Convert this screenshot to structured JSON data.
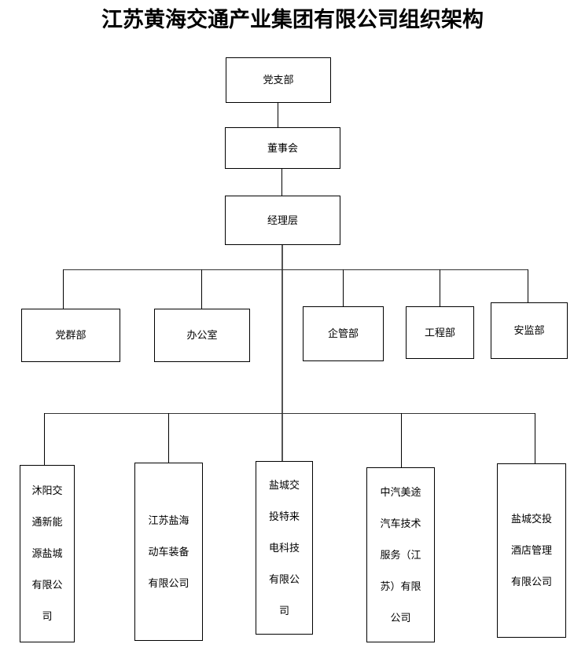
{
  "chart_data": {
    "type": "diagram",
    "diagram_kind": "organization-chart",
    "title": "江苏黄海交通产业集团有限公司组织架构",
    "levels": [
      {
        "level": 1,
        "nodes": [
          {
            "id": "party-branch",
            "label": "党支部"
          }
        ]
      },
      {
        "level": 2,
        "nodes": [
          {
            "id": "board",
            "label": "董事会"
          }
        ]
      },
      {
        "level": 3,
        "nodes": [
          {
            "id": "management",
            "label": "经理层"
          }
        ]
      },
      {
        "level": 4,
        "nodes": [
          {
            "id": "dept-party-mass",
            "label": "党群部"
          },
          {
            "id": "dept-office",
            "label": "办公室"
          },
          {
            "id": "dept-enterprise",
            "label": "企管部"
          },
          {
            "id": "dept-engineering",
            "label": "工程部"
          },
          {
            "id": "dept-safety",
            "label": "安监部"
          }
        ]
      },
      {
        "level": 5,
        "nodes": [
          {
            "id": "sub-muyang",
            "label": "沐阳交\n通新能\n源盐城\n有限公\n司",
            "full": "沐阳交通新能源盐城有限公司"
          },
          {
            "id": "sub-yanhai",
            "label": "江苏盐海\n动车装备\n有限公司",
            "full": "江苏盐海动车装备有限公司"
          },
          {
            "id": "sub-teld",
            "label": "盐城交\n投特来\n电科技\n有限公\n司",
            "full": "盐城交投特来电科技有限公司"
          },
          {
            "id": "sub-zqmt",
            "label": "中汽美途\n汽车技术\n服务（江\n苏）有限\n公司",
            "full": "中汽美途汽车技术服务（江苏）有限公司"
          },
          {
            "id": "sub-hotel",
            "label": "盐城交投\n酒店管理\n有限公司",
            "full": "盐城交投酒店管理有限公司"
          }
        ]
      }
    ],
    "edges": [
      {
        "from": "party-branch",
        "to": "board"
      },
      {
        "from": "board",
        "to": "management"
      },
      {
        "from": "management",
        "to": "dept-party-mass"
      },
      {
        "from": "management",
        "to": "dept-office"
      },
      {
        "from": "management",
        "to": "dept-enterprise"
      },
      {
        "from": "management",
        "to": "dept-engineering"
      },
      {
        "from": "management",
        "to": "dept-safety"
      },
      {
        "from": "management",
        "to": "sub-muyang"
      },
      {
        "from": "management",
        "to": "sub-yanhai"
      },
      {
        "from": "management",
        "to": "sub-teld"
      },
      {
        "from": "management",
        "to": "sub-zqmt"
      },
      {
        "from": "management",
        "to": "sub-hotel"
      }
    ],
    "colors": {
      "background": "#ffffff",
      "box_border": "#000000",
      "text": "#000000",
      "connector": "#333333"
    }
  },
  "title": {
    "text": "江苏黄海交通产业集团有限公司组织架构"
  },
  "nodes": {
    "party_branch": "党支部",
    "board": "董事会",
    "management": "经理层",
    "dept_party_mass": "党群部",
    "dept_office": "办公室",
    "dept_enterprise": "企管部",
    "dept_engineering": "工程部",
    "dept_safety": "安监部",
    "sub_muyang": "沐阳交\n通新能\n源盐城\n有限公\n司",
    "sub_yanhai": "江苏盐海\n动车装备\n有限公司",
    "sub_teld": "盐城交\n投特来\n电科技\n有限公\n司",
    "sub_zqmt": "中汽美途\n汽车技术\n服务（江\n苏）有限\n公司",
    "sub_hotel": "盐城交投\n酒店管理\n有限公司"
  }
}
